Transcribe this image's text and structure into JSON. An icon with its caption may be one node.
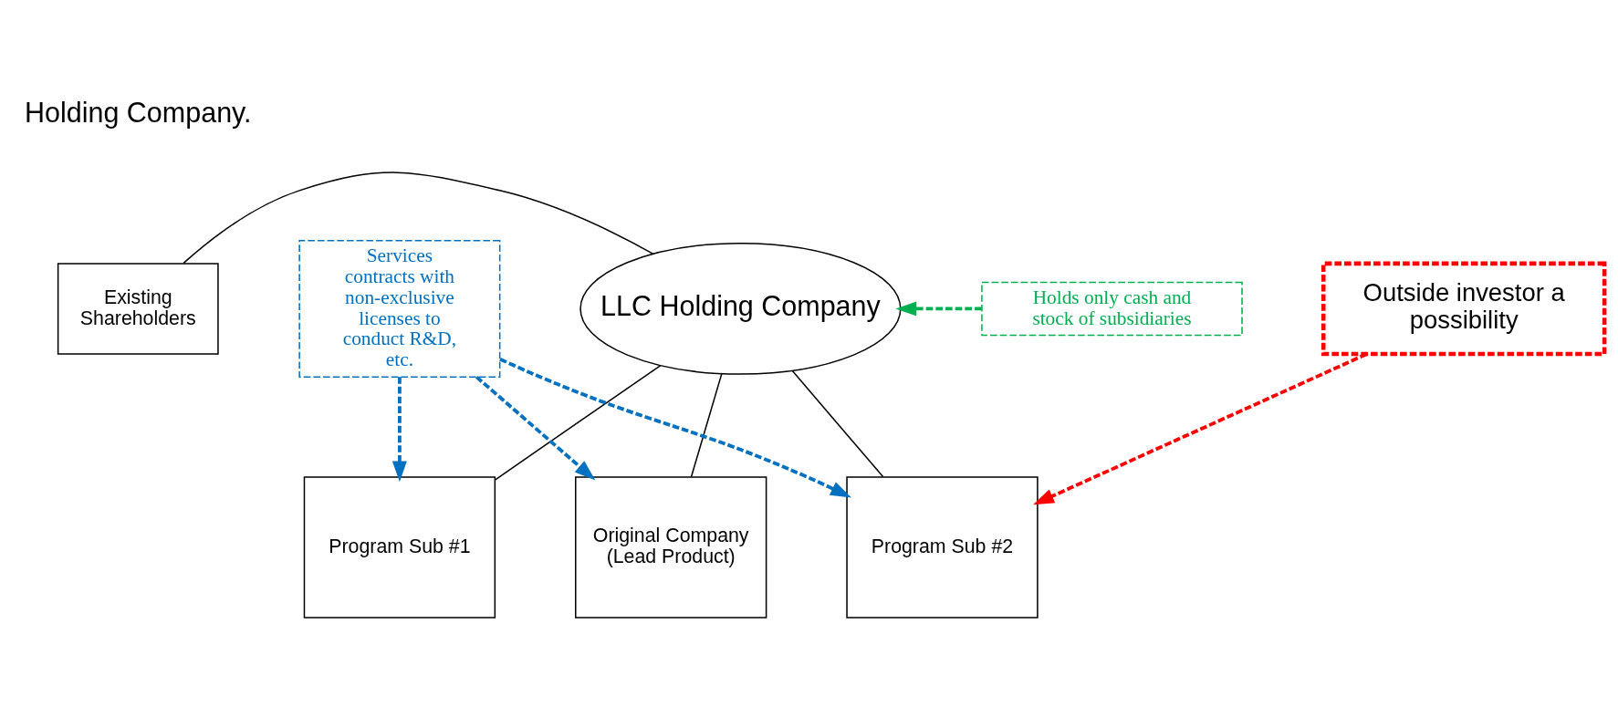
{
  "diagram": {
    "nodes": [
      {
        "text": [
          "Existing Shareholders"
        ]
      },
      {
        "text": [
          "LLC Holding Company"
        ]
      },
      {
        "text": [
          "Holds only cash and stock of subsidiaries"
        ]
      },
      {
        "text": [
          "Outside investor a possibility"
        ]
      },
      {
        "text": [
          "Services contracts with non-exclusive licenses to conduct R&D, etc."
        ]
      },
      {
        "text": [
          "Original Company (Lead Product)"
        ]
      },
      {
        "text": [
          "Program Sub #1"
        ]
      },
      {
        "text": [
          "Program Sub #2"
        ]
      }
    ],
    "edges": [
      {
        "from": 0,
        "to": 1,
        "arrow": "none"
      },
      {
        "from": 2,
        "to": 1,
        "arrow": "to",
        "style": "dashed",
        "color": "#00b050"
      },
      {
        "from": 1,
        "to": 5,
        "arrow": "none"
      },
      {
        "from": 1,
        "to": 6,
        "arrow": "none"
      },
      {
        "from": 1,
        "to": 7,
        "arrow": "none"
      },
      {
        "from": 3,
        "to": 7,
        "arrow": "to",
        "style": "dashed",
        "color": "#ff0000"
      },
      {
        "from": 4,
        "to": 5,
        "arrow": "to",
        "style": "dashed",
        "color": "#0070c0"
      },
      {
        "from": 4,
        "to": 6,
        "arrow": "to",
        "style": "dashed",
        "color": "#0070c0"
      },
      {
        "from": 4,
        "to": 7,
        "arrow": "to",
        "style": "dashed",
        "color": "#0070c0"
      }
    ],
    "labels": [
      "Holding Company."
    ]
  }
}
